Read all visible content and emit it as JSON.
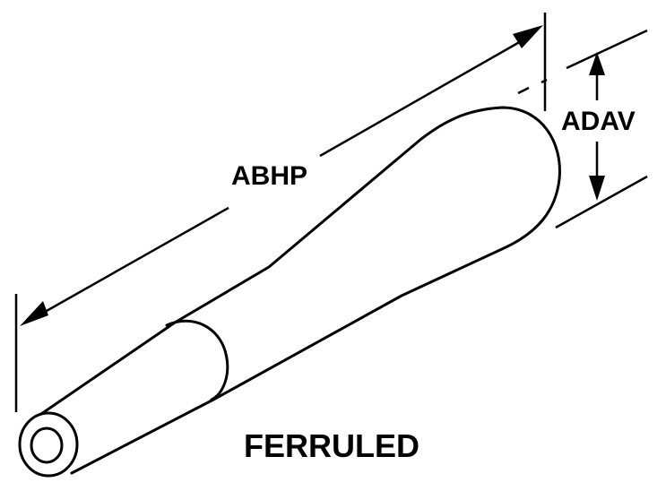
{
  "labels": {
    "length_dimension": "ABHP",
    "diameter_dimension": "ADAV",
    "style_caption": "FERRULED"
  },
  "colors": {
    "ink": "#000000",
    "background": "#ffffff"
  }
}
